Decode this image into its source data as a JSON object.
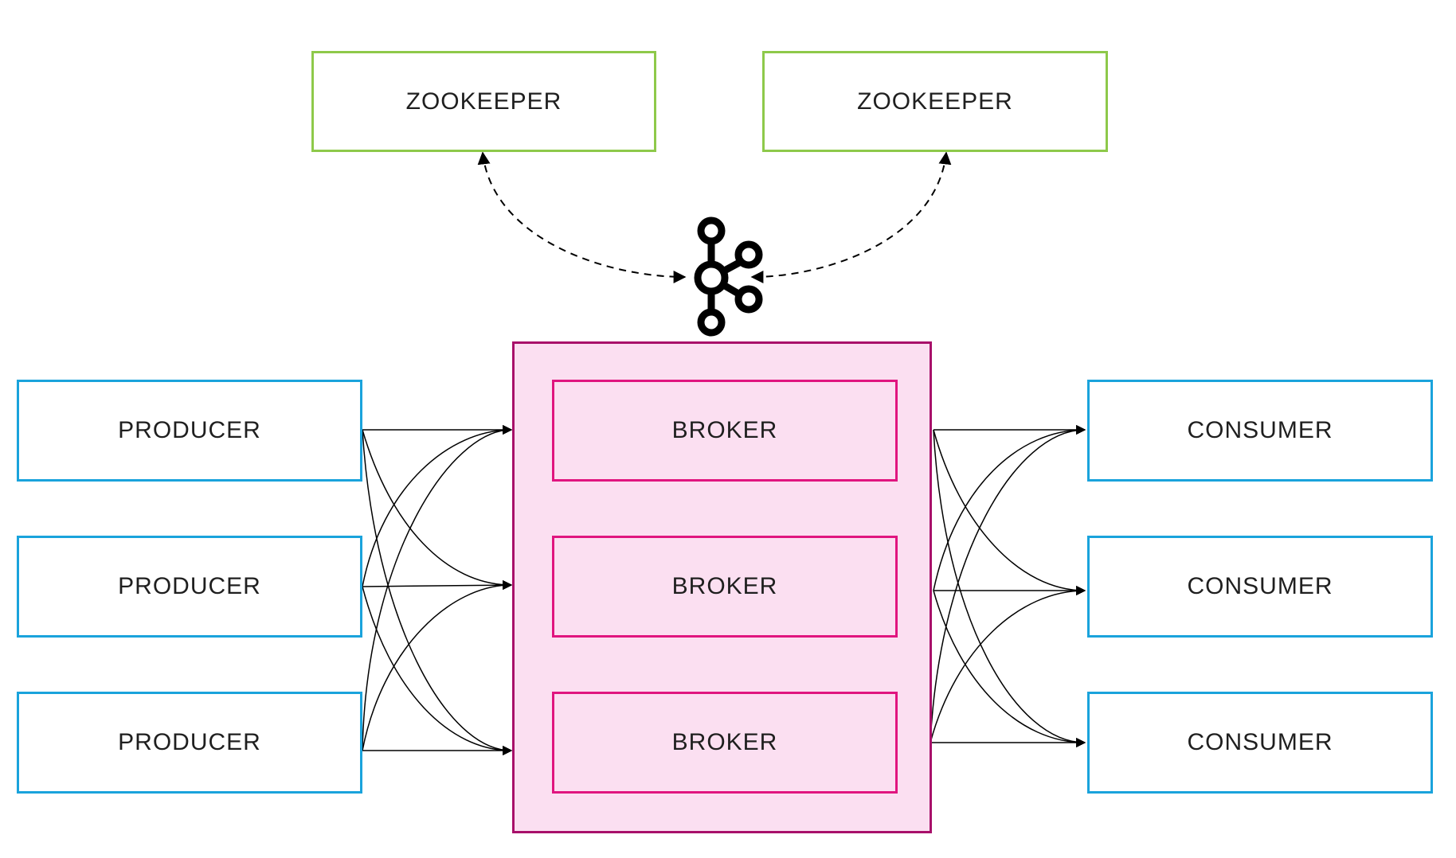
{
  "zookeepers": [
    "ZOOKEEPER",
    "ZOOKEEPER"
  ],
  "producers": [
    "PRODUCER",
    "PRODUCER",
    "PRODUCER"
  ],
  "brokers": [
    "BROKER",
    "BROKER",
    "BROKER"
  ],
  "consumers": [
    "CONSUMER",
    "CONSUMER",
    "CONSUMER"
  ],
  "colors": {
    "zookeeper_border": "#8ec94a",
    "client_border": "#1aa3dc",
    "cluster_border": "#a8106a",
    "cluster_fill": "#fbdff1",
    "broker_border": "#e0157f"
  },
  "icons": {
    "cluster_logo": "kafka-logo-icon"
  }
}
